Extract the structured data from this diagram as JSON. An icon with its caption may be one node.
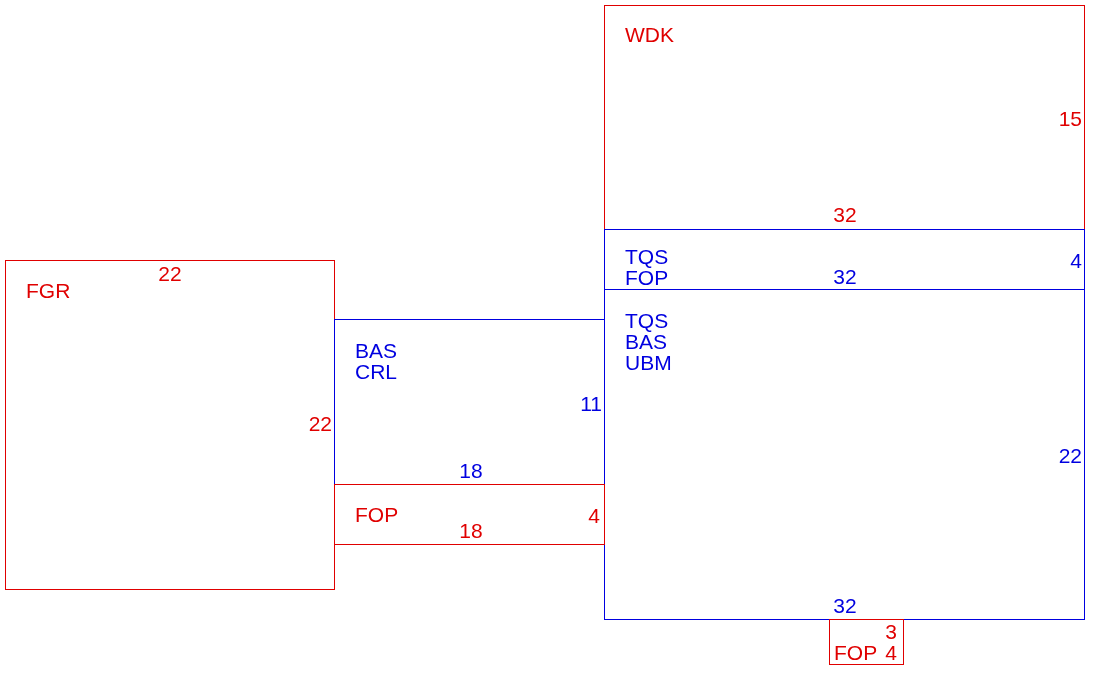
{
  "diagram": {
    "nodes": [
      {
        "text": [
          "WDK",
          "15",
          "32"
        ]
      },
      {
        "text": [
          "TQS FOP",
          "4",
          "32"
        ]
      },
      {
        "text": [
          "TQS BAS UBM",
          "22",
          "32"
        ]
      },
      {
        "text": [
          "FGR",
          "22",
          "22"
        ]
      },
      {
        "text": [
          "BAS CRL",
          "11",
          "18"
        ]
      },
      {
        "text": [
          "FOP",
          "4",
          "18"
        ]
      },
      {
        "text": [
          "FOP",
          "3",
          "4"
        ]
      }
    ]
  }
}
